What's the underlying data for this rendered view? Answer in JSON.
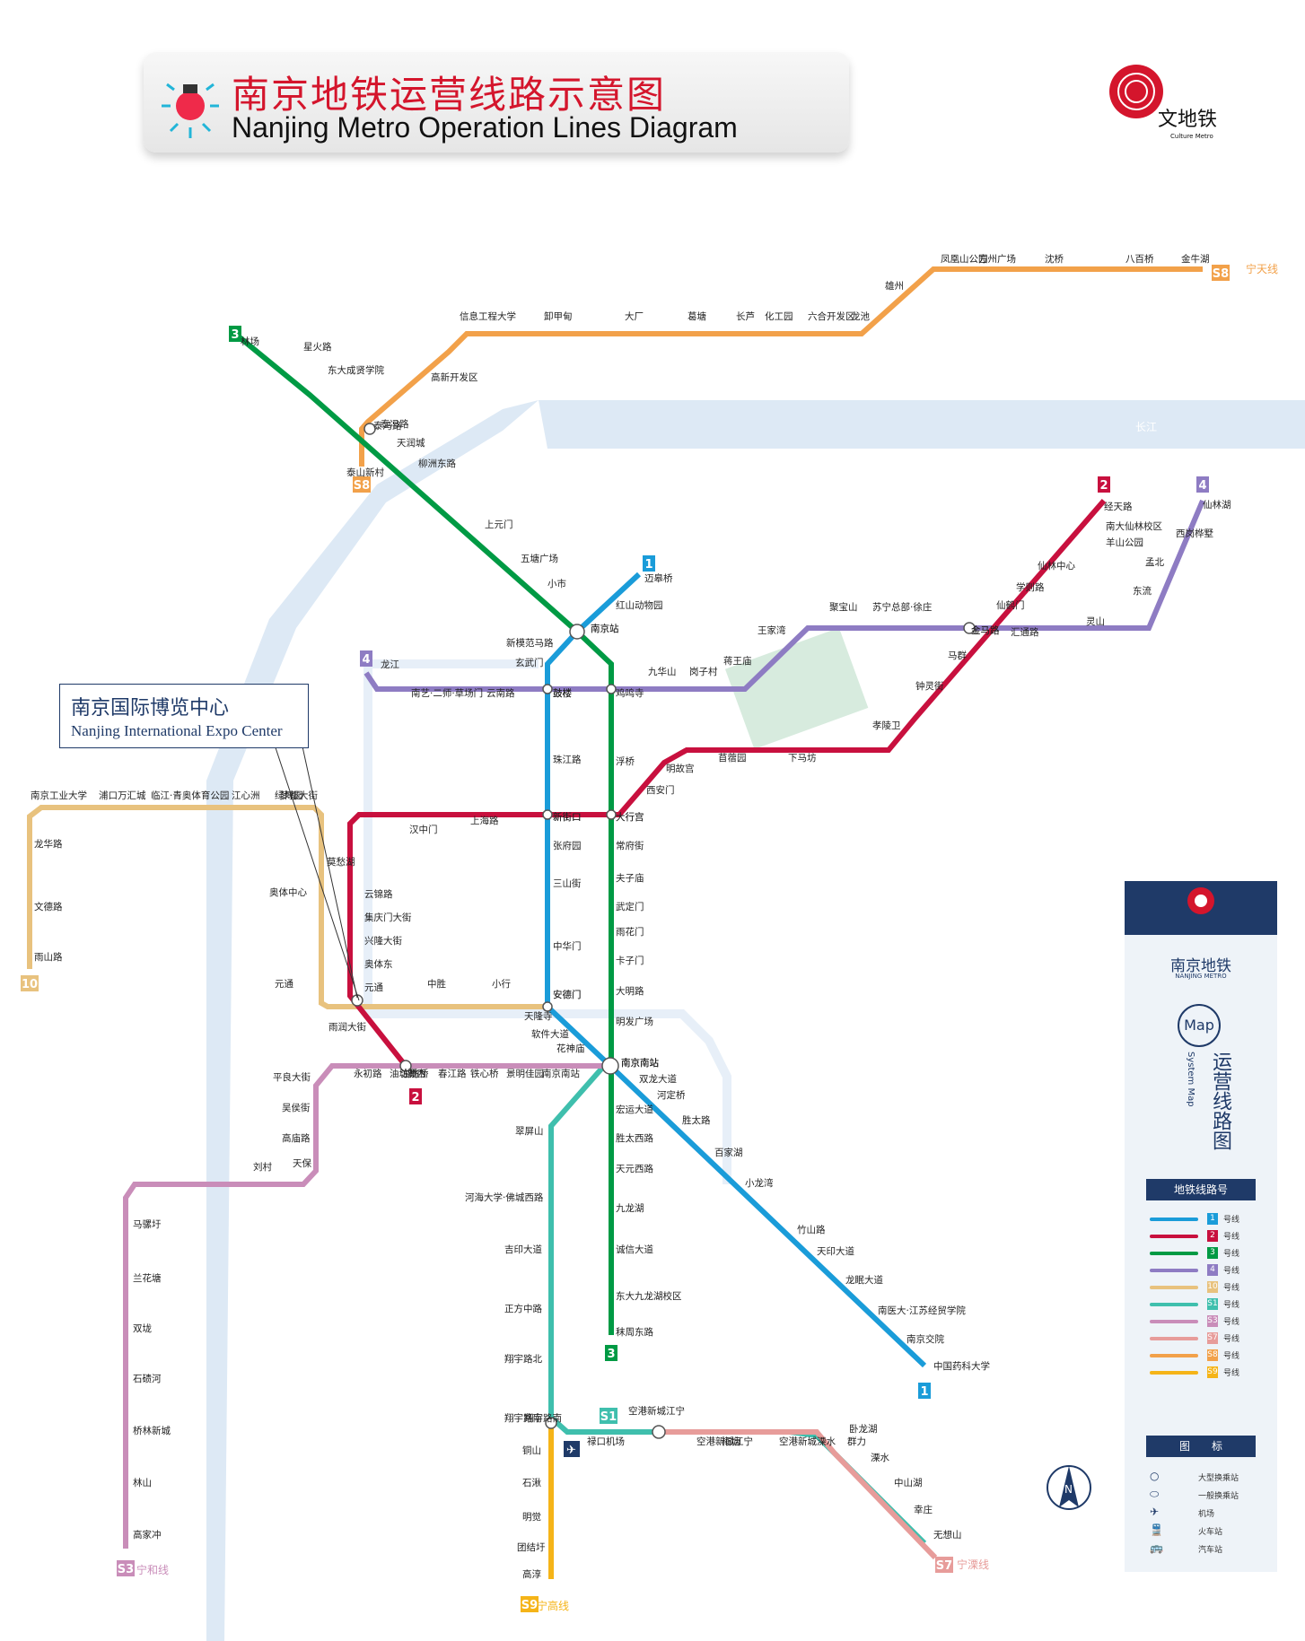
{
  "header": {
    "title_cn": "南京地铁运营线路示意图",
    "title_en": "Nanjing Metro Operation Lines Diagram"
  },
  "logo": {
    "text": "文地铁",
    "sub": "Culture Metro"
  },
  "expo_callout": {
    "cn": "南京国际博览中心",
    "en": "Nanjing International Expo Center"
  },
  "colors": {
    "line1": "#1a9cd9",
    "line2": "#c8103e",
    "line3": "#009a44",
    "line4": "#8e7cc3",
    "line10": "#e8c27e",
    "lineS1": "#3fbfad",
    "lineS3": "#c98db9",
    "lineS7": "#e79c9a",
    "lineS8": "#f2a14a",
    "lineS9": "#f5b418",
    "river": "#dde9f5",
    "brand": "#1f3a68"
  },
  "line_badges": [
    {
      "label": "3",
      "color": "#009a44"
    },
    {
      "label": "S8",
      "color": "#f2a14a"
    },
    {
      "label": "1",
      "color": "#1a9cd9"
    },
    {
      "label": "4",
      "color": "#8e7cc3"
    },
    {
      "label": "2",
      "color": "#c8103e"
    },
    {
      "label": "4",
      "color": "#8e7cc3"
    },
    {
      "label": "10",
      "color": "#e8c27e"
    },
    {
      "label": "2",
      "color": "#c8103e"
    },
    {
      "label": "3",
      "color": "#009a44"
    },
    {
      "label": "1",
      "color": "#1a9cd9"
    },
    {
      "label": "S1",
      "color": "#3fbfad"
    },
    {
      "label": "S3",
      "color": "#c98db9"
    },
    {
      "label": "S7",
      "color": "#e79c9a"
    },
    {
      "label": "S9",
      "color": "#f5b418"
    },
    {
      "label": "S8",
      "color": "#f2a14a"
    }
  ],
  "terminal_labels": {
    "s8_north": "宁天线",
    "s3": "宁和线",
    "s7": "宁溧线",
    "s9": "宁高线",
    "river": "长江"
  },
  "stations": {
    "line3": [
      "林场",
      "星火路",
      "东大成贤学院",
      "泰冯路",
      "天润城",
      "柳洲东路",
      "上元门",
      "五塘广场",
      "小市",
      "南京站",
      "鼓楼",
      "浮桥",
      "大行宫",
      "常府街",
      "夫子庙",
      "武定门",
      "雨花门",
      "卡子门",
      "大明路",
      "明发广场",
      "南京南站",
      "宏运大道",
      "胜太西路",
      "天元西路",
      "九龙湖",
      "诚信大道",
      "东大九龙湖校区",
      "秣周东路"
    ],
    "line1": [
      "迈皋桥",
      "红山动物园",
      "南京站",
      "新模范马路",
      "玄武门",
      "鼓楼",
      "珠江路",
      "新街口",
      "张府园",
      "三山街",
      "中华门",
      "安德门",
      "天隆寺",
      "软件大道",
      "花神庙",
      "南京南站",
      "双龙大道",
      "河定桥",
      "胜太路",
      "百家湖",
      "小龙湾",
      "竹山路",
      "天印大道",
      "龙眠大道",
      "南医大·江苏经贸学院",
      "南京交院",
      "中国药科大学"
    ],
    "line2": [
      "经天路",
      "南大仙林校区",
      "羊山公园",
      "仙林中心",
      "学则路",
      "仙鹤门",
      "金马路",
      "马群",
      "钟灵街",
      "孝陵卫",
      "下马坊",
      "苜蓿园",
      "明故宫",
      "西安门",
      "大行宫",
      "新街口",
      "上海路",
      "汉中门",
      "莫愁湖",
      "云锦路",
      "集庆门大街",
      "兴隆大街",
      "奥体东",
      "元通",
      "雨润大街",
      "油坊桥"
    ],
    "line4": [
      "仙林湖",
      "西岗桦墅",
      "孟北",
      "东流",
      "灵山",
      "汇通路",
      "金马路",
      "苏宁总部·徐庄",
      "聚宝山",
      "王家湾",
      "蒋王庙",
      "岗子村",
      "九华山",
      "鸡鸣寺",
      "鼓楼",
      "云南路",
      "南艺·二师·草场门",
      "龙江"
    ],
    "line10": [
      "雨山路",
      "文德路",
      "龙华路",
      "南京工业大学",
      "浦口万汇城",
      "临江·青奥体育公园",
      "江心洲",
      "绿博园",
      "梦都大街",
      "奥体中心",
      "元通",
      "中胜",
      "小行",
      "安德门"
    ],
    "lineS1": [
      "南京南站",
      "翠屏山",
      "河海大学·佛城西路",
      "吉印大道",
      "正方中路",
      "翔宇路北",
      "翔宇路南",
      "禄口机场",
      "空港新城江宁"
    ],
    "lineS3": [
      "南京南站",
      "景明佳园",
      "铁心桥",
      "春江路",
      "贾西",
      "油坊桥",
      "永初路",
      "平良大街",
      "吴侯街",
      "高庙路",
      "天保",
      "刘村",
      "马骡圩",
      "兰花塘",
      "双垅",
      "石碛河",
      "桥林新城",
      "林山",
      "高家冲"
    ],
    "lineS7": [
      "空港新城江宁",
      "柘塘",
      "空港新城溧水",
      "群力",
      "卧龙湖",
      "溧水",
      "中山湖",
      "幸庄",
      "无想山"
    ],
    "lineS8": [
      "泰山新村",
      "泰冯路",
      "高新开发区",
      "信息工程大学",
      "卸甲甸",
      "大厂",
      "葛塘",
      "长芦",
      "化工园",
      "六合开发区",
      "龙池",
      "雄州",
      "凤凰山公园",
      "方州广场",
      "沈桥",
      "八百桥",
      "金牛湖"
    ],
    "lineS9": [
      "翔宇路南",
      "铜山",
      "石湫",
      "明觉",
      "团结圩",
      "高淳"
    ]
  },
  "legend": {
    "brand_cn": "南京地铁",
    "brand_en": "NANJING METRO",
    "map_badge": "Map",
    "system_map": "System Map",
    "system_map_cn": "运营线路图",
    "lines_title": "地铁线路号",
    "lines_suffix": "号线",
    "lines": [
      {
        "num": "1",
        "color": "#1a9cd9"
      },
      {
        "num": "2",
        "color": "#c8103e"
      },
      {
        "num": "3",
        "color": "#009a44"
      },
      {
        "num": "4",
        "color": "#8e7cc3"
      },
      {
        "num": "10",
        "color": "#e8c27e"
      },
      {
        "num": "S1",
        "color": "#3fbfad"
      },
      {
        "num": "S3",
        "color": "#c98db9"
      },
      {
        "num": "S7",
        "color": "#e79c9a"
      },
      {
        "num": "S8",
        "color": "#f2a14a"
      },
      {
        "num": "S9",
        "color": "#f5b418"
      }
    ],
    "symbols_title": "图　　标",
    "symbols": [
      {
        "icon": "large-interchange-icon",
        "label": "大型换乘站"
      },
      {
        "icon": "interchange-icon",
        "label": "一般换乘站"
      },
      {
        "icon": "airport-icon",
        "label": "机场"
      },
      {
        "icon": "train-station-icon",
        "label": "火车站"
      },
      {
        "icon": "bus-station-icon",
        "label": "汽车站"
      }
    ]
  },
  "compass_label": "N"
}
